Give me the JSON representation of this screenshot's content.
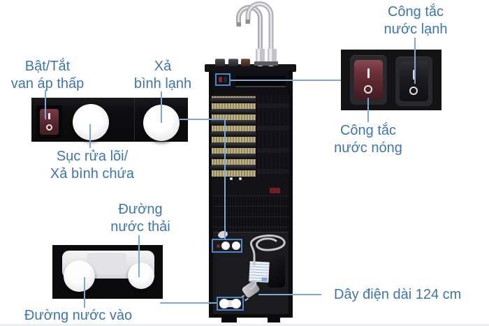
{
  "colors": {
    "label_text": "#3e74af",
    "leader_line": "#7fa9d2",
    "highlight_box": "#4b86cf"
  },
  "callouts": {
    "low_pressure_valve": {
      "line1": "Bật/Tắt",
      "line2": "van áp thấp"
    },
    "cold_tank_drain": {
      "line1": "Xả",
      "line2": "bình lạnh"
    },
    "cold_water_switch": {
      "line1": "Công tắc",
      "line2": "nước lạnh"
    },
    "hot_water_switch": {
      "line1": "Công tắc",
      "line2": "nước nóng"
    },
    "filter_flush_drain": {
      "line1": "Sục rửa lõi/",
      "line2": "Xả bình chứa"
    },
    "waste_water_line": {
      "line1": "Đường",
      "line2": "nước thải"
    },
    "water_inlet_line": {
      "text": "Đường nước vào"
    },
    "power_cord": {
      "text": "Dây điện dài 124 cm"
    }
  }
}
